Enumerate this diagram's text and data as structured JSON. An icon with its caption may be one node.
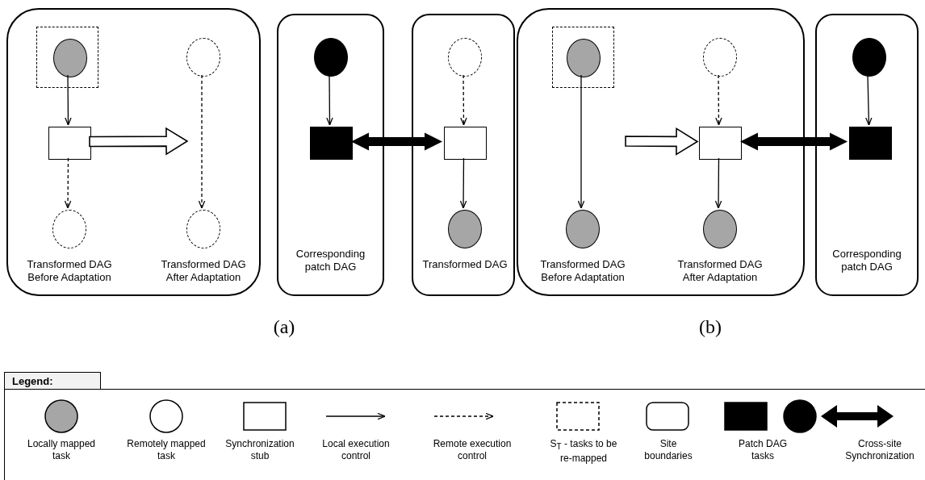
{
  "diagram": {
    "nodes": [
      {
        "text": [],
        "shape": "box"
      },
      {
        "text": [],
        "shape": "box",
        "in": 0
      },
      {
        "text": [],
        "shape": "circle",
        "in": 1
      },
      {
        "text": [],
        "shape": "box",
        "in": 0
      },
      {
        "text": [],
        "shape": "circle",
        "in": 0,
        "beside": [
          "Transformed DAG Before Adaptation"
        ]
      },
      {
        "text": [],
        "shape": "circle",
        "in": 0
      },
      {
        "text": [],
        "shape": "circle",
        "in": 0,
        "beside": [
          "Transformed DAG After Adaptation"
        ]
      },
      {
        "text": [
          "Corresponding patch DAG"
        ]
      },
      {
        "text": [],
        "shape": "circle",
        "in": 7
      },
      {
        "text": [],
        "shape": "box",
        "in": 7
      },
      {
        "text": [],
        "shape": "box"
      },
      {
        "text": [],
        "shape": "circle",
        "in": 10
      },
      {
        "text": [],
        "shape": "box",
        "in": 10
      },
      {
        "text": [],
        "shape": "circle",
        "in": 10,
        "beside": [
          "Transformed DAG"
        ]
      },
      {
        "text": [],
        "shape": "box"
      },
      {
        "text": [],
        "shape": "box",
        "in": 14
      },
      {
        "text": [],
        "shape": "circle",
        "in": 15
      },
      {
        "text": [],
        "shape": "circle",
        "in": 14,
        "beside": [
          "Transformed DAG Before Adaptation"
        ]
      },
      {
        "text": [],
        "shape": "circle",
        "in": 14
      },
      {
        "text": [],
        "shape": "box",
        "in": 14
      },
      {
        "text": [],
        "shape": "circle",
        "in": 14,
        "beside": [
          "Transformed DAG After Adaptation"
        ]
      },
      {
        "text": [
          "Corresponding patch DAG"
        ]
      },
      {
        "text": [],
        "shape": "circle",
        "in": 21
      },
      {
        "text": [],
        "shape": "box",
        "in": 21
      }
    ],
    "edges": [
      {
        "from": 2,
        "to": 3,
        "arrow": "to"
      },
      {
        "from": 3,
        "to": 4,
        "arrow": "to",
        "style": "dashed"
      },
      {
        "from": 3,
        "to": null,
        "arrow": "to",
        "style": "thick",
        "color": "#ffffff"
      },
      {
        "from": 5,
        "to": 6,
        "arrow": "to",
        "style": "dashed"
      },
      {
        "from": 8,
        "to": 9,
        "arrow": "to"
      },
      {
        "from": 9,
        "to": 12,
        "arrow": "both",
        "style": "thick"
      },
      {
        "from": 11,
        "to": 12,
        "arrow": "to",
        "style": "dashed"
      },
      {
        "from": 12,
        "to": 13,
        "arrow": "to"
      },
      {
        "from": 16,
        "to": 17,
        "arrow": "to"
      },
      {
        "from": null,
        "to": 19,
        "arrow": "to",
        "style": "thick",
        "color": "#ffffff"
      },
      {
        "from": 18,
        "to": 19,
        "arrow": "to",
        "style": "dashed"
      },
      {
        "from": 19,
        "to": 20,
        "arrow": "to"
      },
      {
        "from": 19,
        "to": 23,
        "arrow": "both",
        "style": "thick"
      },
      {
        "from": 22,
        "to": 23,
        "arrow": "to"
      }
    ],
    "labels": [
      "(a)",
      "(b)",
      "Legend:"
    ],
    "legend": [
      {
        "text": "Locally mapped task"
      },
      {
        "text": "Remotely mapped task"
      },
      {
        "text": "Synchronization stub"
      },
      {
        "text": "Local execution control"
      },
      {
        "text": "Remote execution control"
      },
      {
        "text": "S$_{T}$ - tasks to be re-mapped"
      },
      {
        "text": "Site boundaries"
      },
      {
        "text": "Patch DAG tasks"
      },
      {
        "text": "Cross-site Synchronization"
      }
    ]
  }
}
